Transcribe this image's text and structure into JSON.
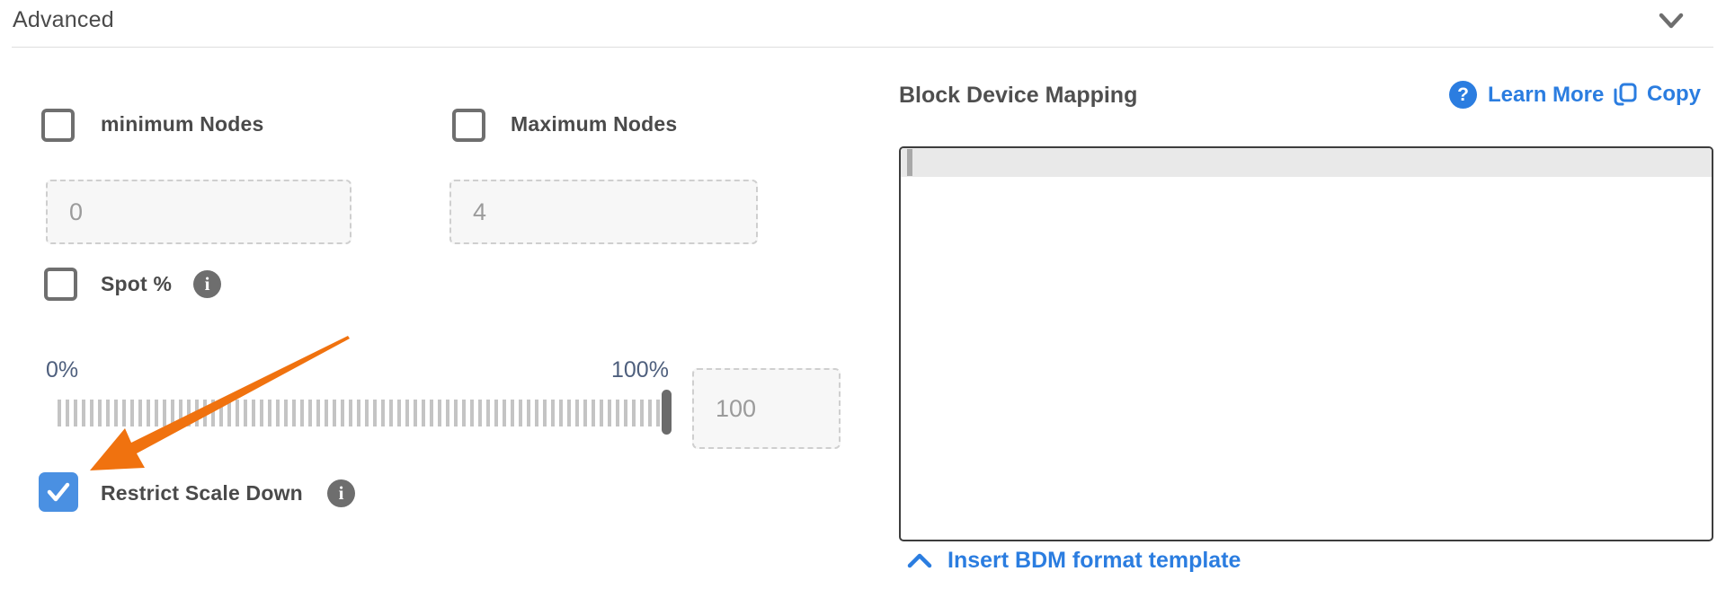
{
  "header": {
    "title": "Advanced",
    "collapse_icon": "chevron-down"
  },
  "form": {
    "min_nodes": {
      "label": "minimum Nodes",
      "checked": false,
      "value": "0"
    },
    "max_nodes": {
      "label": "Maximum Nodes",
      "checked": false,
      "value": "4"
    },
    "spot": {
      "label": "Spot %",
      "checked": false,
      "info_icon": "info"
    },
    "slider": {
      "min_label": "0%",
      "max_label": "100%",
      "value": "100",
      "position_pct": 100
    },
    "restrict": {
      "label": "Restrict Scale Down",
      "checked": true,
      "info_icon": "info"
    }
  },
  "bdm": {
    "title": "Block Device Mapping",
    "learn_more_label": "Learn More",
    "copy_label": "Copy",
    "editor_value": "",
    "template_link_label": "Insert BDM format template"
  },
  "annotation": {
    "arrow": "orange arrow pointing to Restrict Scale Down checkbox",
    "arrow_color": "#f0720f"
  },
  "colors": {
    "accent_blue": "#2b7de0",
    "checkbox_checked_blue": "#4a90e2",
    "label_gray": "#4a4a4a",
    "slider_label_blue_gray": "#4e5f7d"
  }
}
